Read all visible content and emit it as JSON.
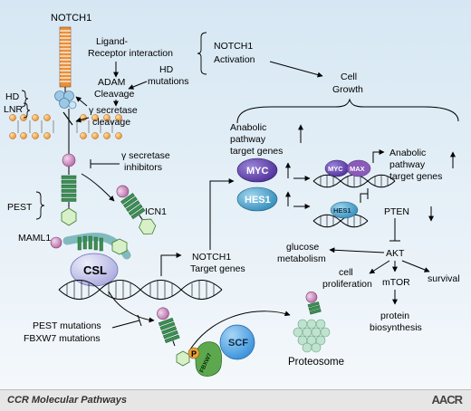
{
  "labels": {
    "notch1": "NOTCH1",
    "ligand_1": "Ligand-",
    "ligand_2": "Receptor interaction",
    "hd_mut_1": "HD",
    "hd_mut_2": "mutations",
    "adam_1": "ADAM",
    "adam_2": "Cleavage",
    "hd": "HD",
    "lnr": "LNR",
    "gamma_1": "γ secretase",
    "gamma_2": "cleavage",
    "gsi_1": "γ secretase",
    "gsi_2": "inhibitors",
    "pest": "PEST",
    "icn1": "ICN1",
    "maml1": "MAML1",
    "csl": "CSL",
    "notch_act_1": "NOTCH1",
    "notch_act_2": "Activation",
    "growth_1": "Cell",
    "growth_2": "Growth",
    "anab_a_1": "Anabolic",
    "anab_a_2": "pathway",
    "anab_a_3": "target genes",
    "anab_b_1": "Anabolic",
    "anab_b_2": "pathway",
    "anab_b_3": "target genes",
    "myc": "MYC",
    "myc_small": "MYC",
    "max": "MAX",
    "hes1": "HES1",
    "hes1_small": "HES1",
    "pten": "PTEN",
    "akt": "AKT",
    "glucose_1": "glucose",
    "glucose_2": "metabolism",
    "prolif_1": "cell",
    "prolif_2": "proliferation",
    "survival": "survival",
    "mtor": "mTOR",
    "protein_1": "protein",
    "protein_2": "biosynthesis",
    "notch_targets_1": "NOTCH1",
    "notch_targets_2": "Target genes",
    "pest_mut_1": "PEST mutations",
    "pest_mut_2": "FBXW7 mutations",
    "p": "P",
    "scf": "SCF",
    "fbxw7": "FBXW7",
    "proteosome": "Proteosome"
  },
  "footer": {
    "title": "CCR Molecular Pathways",
    "logo": "AACR"
  },
  "colors": {
    "background": "#dce9f4",
    "footer": "#e6e6e6",
    "notch_orange": "#e9903a",
    "lnr_blue": "#9cc8e6",
    "membrane_orange": "#e89a3e",
    "myc_purple": "#6a4fb0",
    "hes1_blue": "#4aa6d1",
    "max_purple": "#8a5bb8",
    "ank_green": "#3b8f52",
    "csl_lavender": "#c3c3ee",
    "scf_blue": "#3c9ce4",
    "fbxw7_green": "#5da84e",
    "p_orange": "#e8a236",
    "proteosome_mint": "#bfe3cf",
    "knob_pink": "#c987bb"
  }
}
